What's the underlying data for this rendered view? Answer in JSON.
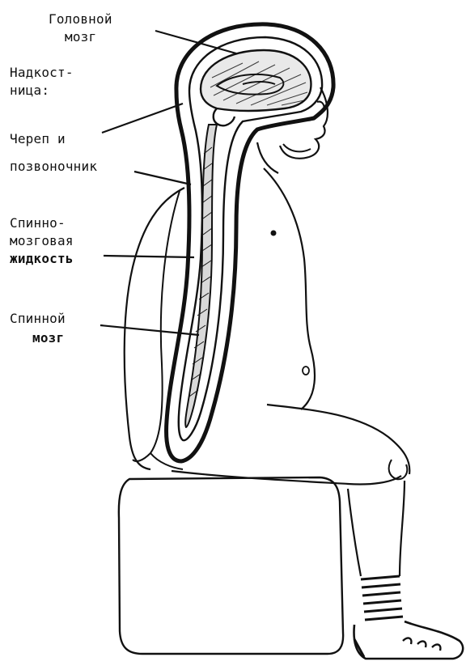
{
  "colors": {
    "ink": "#111111",
    "paper": "#ffffff",
    "fluid": "#d9d9d9"
  },
  "labels": {
    "brain_line1": "Головной",
    "brain_line2": "мозг",
    "dura_line1": "Надкост-",
    "dura_line2": "ница:",
    "skull_line1": "Череп и",
    "skull_line2": "позвоночник",
    "csf_line1": "Спинно-",
    "csf_line2": "мозговая",
    "csf_line3": "жидкость",
    "cord_line1": "Спинной",
    "cord_line2": "мозг"
  }
}
